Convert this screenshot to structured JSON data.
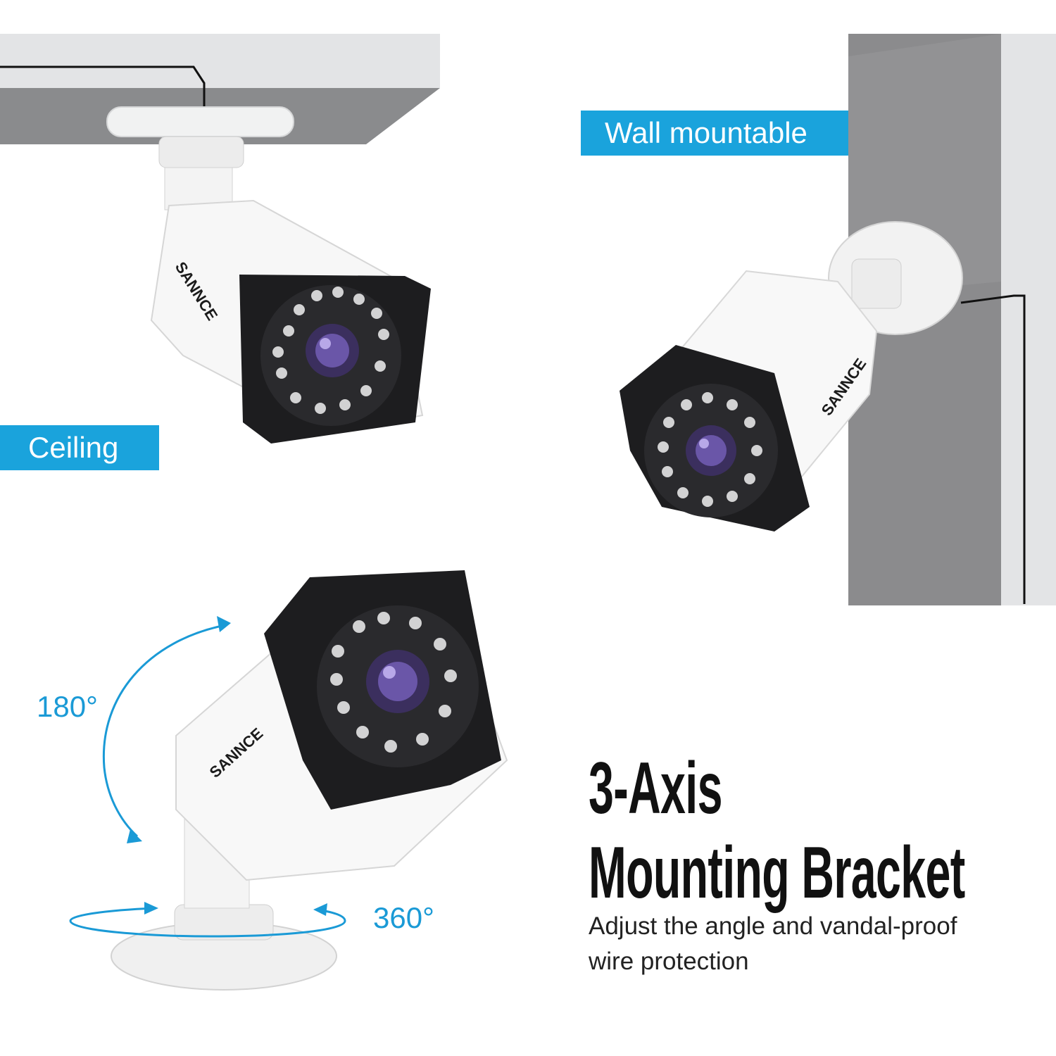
{
  "labels": {
    "ceiling": "Ceiling",
    "wall": "Wall mountable"
  },
  "rotation": {
    "tilt": "180°",
    "pan": "360°"
  },
  "headline": {
    "line1": "3-Axis",
    "line2": "Mounting Bracket"
  },
  "description": {
    "line1": "Adjust the angle and vandal-proof",
    "line2": "wire protection"
  },
  "brand": "SANNCE",
  "colors": {
    "accent": "#1aa3dc",
    "arrow": "#1a9ad6",
    "wall": "#8b8b8d",
    "ceiling": "#e6e7e8"
  }
}
